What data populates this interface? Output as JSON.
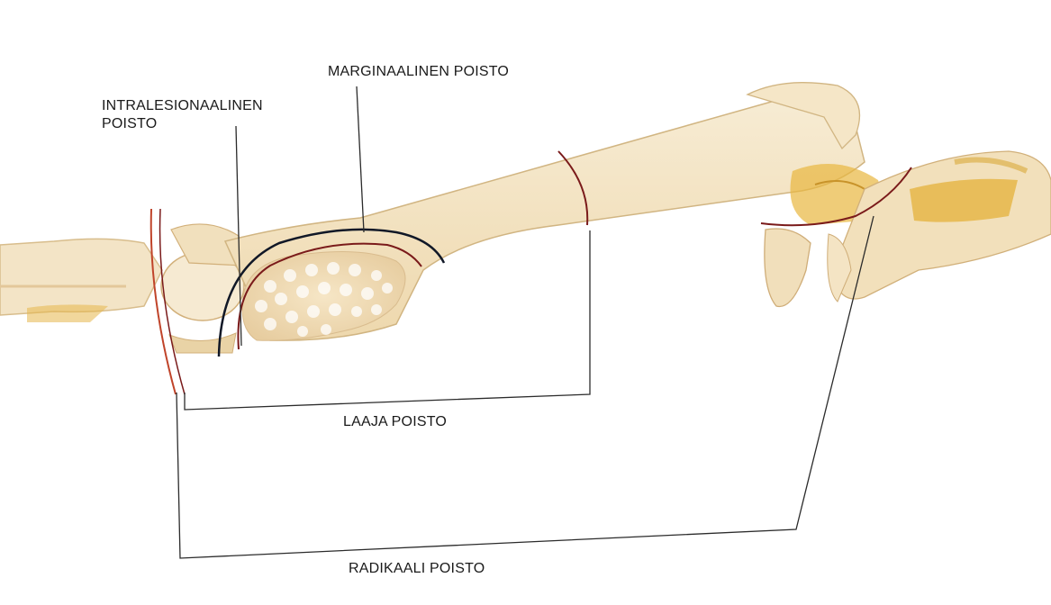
{
  "labels": {
    "marginal": "MARGINAALINEN POISTO",
    "intralesional_line1": "INTRALESIONAALINEN",
    "intralesional_line2": "POISTO",
    "wide": "LAAJA POISTO",
    "radical": "RADIKAALI POISTO"
  },
  "colors": {
    "bone_fill": "#f2e3c4",
    "bone_shadow": "#d9b880",
    "marrow_yellow": "#e8b83a",
    "tumor_fill": "#efd9b3",
    "margin_dark_red": "#7a1a1a",
    "margin_orange": "#c0442a",
    "marginal_line": "#111827",
    "leader_line": "#2b2b2b"
  }
}
